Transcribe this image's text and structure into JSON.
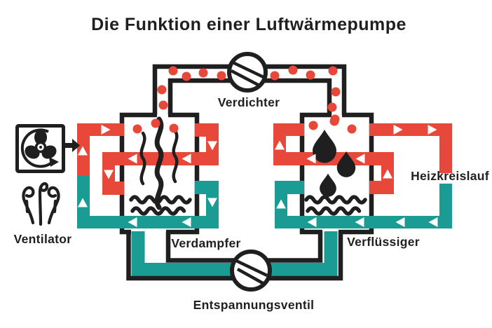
{
  "title": "Die Funktion einer Luftwärmepumpe",
  "colors": {
    "red": "#E8483A",
    "teal": "#1A9B93",
    "line": "#1F1F1F",
    "background": "#FFFFFF",
    "arrow": "#FFFFFF"
  },
  "labels": {
    "ventilator": "Ventilator",
    "verdichter": "Verdichter",
    "verdampfer": "Verdampfer",
    "verfluessiger": "Verflüssiger",
    "entspannungsventil": "Entspannungsventil",
    "heizkreislauf": "Heizkreislauf"
  },
  "icons": {
    "fan": "fan-in-square-icon",
    "air": "air-flow-icon",
    "compressor": "compressor-circle-icon",
    "expansion_valve": "expansion-valve-circle-icon",
    "refrigerant_gas": "red-dots",
    "condensate": "black-droplets",
    "heat": "rising-heat-squiggles",
    "liquid": "water-waves"
  }
}
